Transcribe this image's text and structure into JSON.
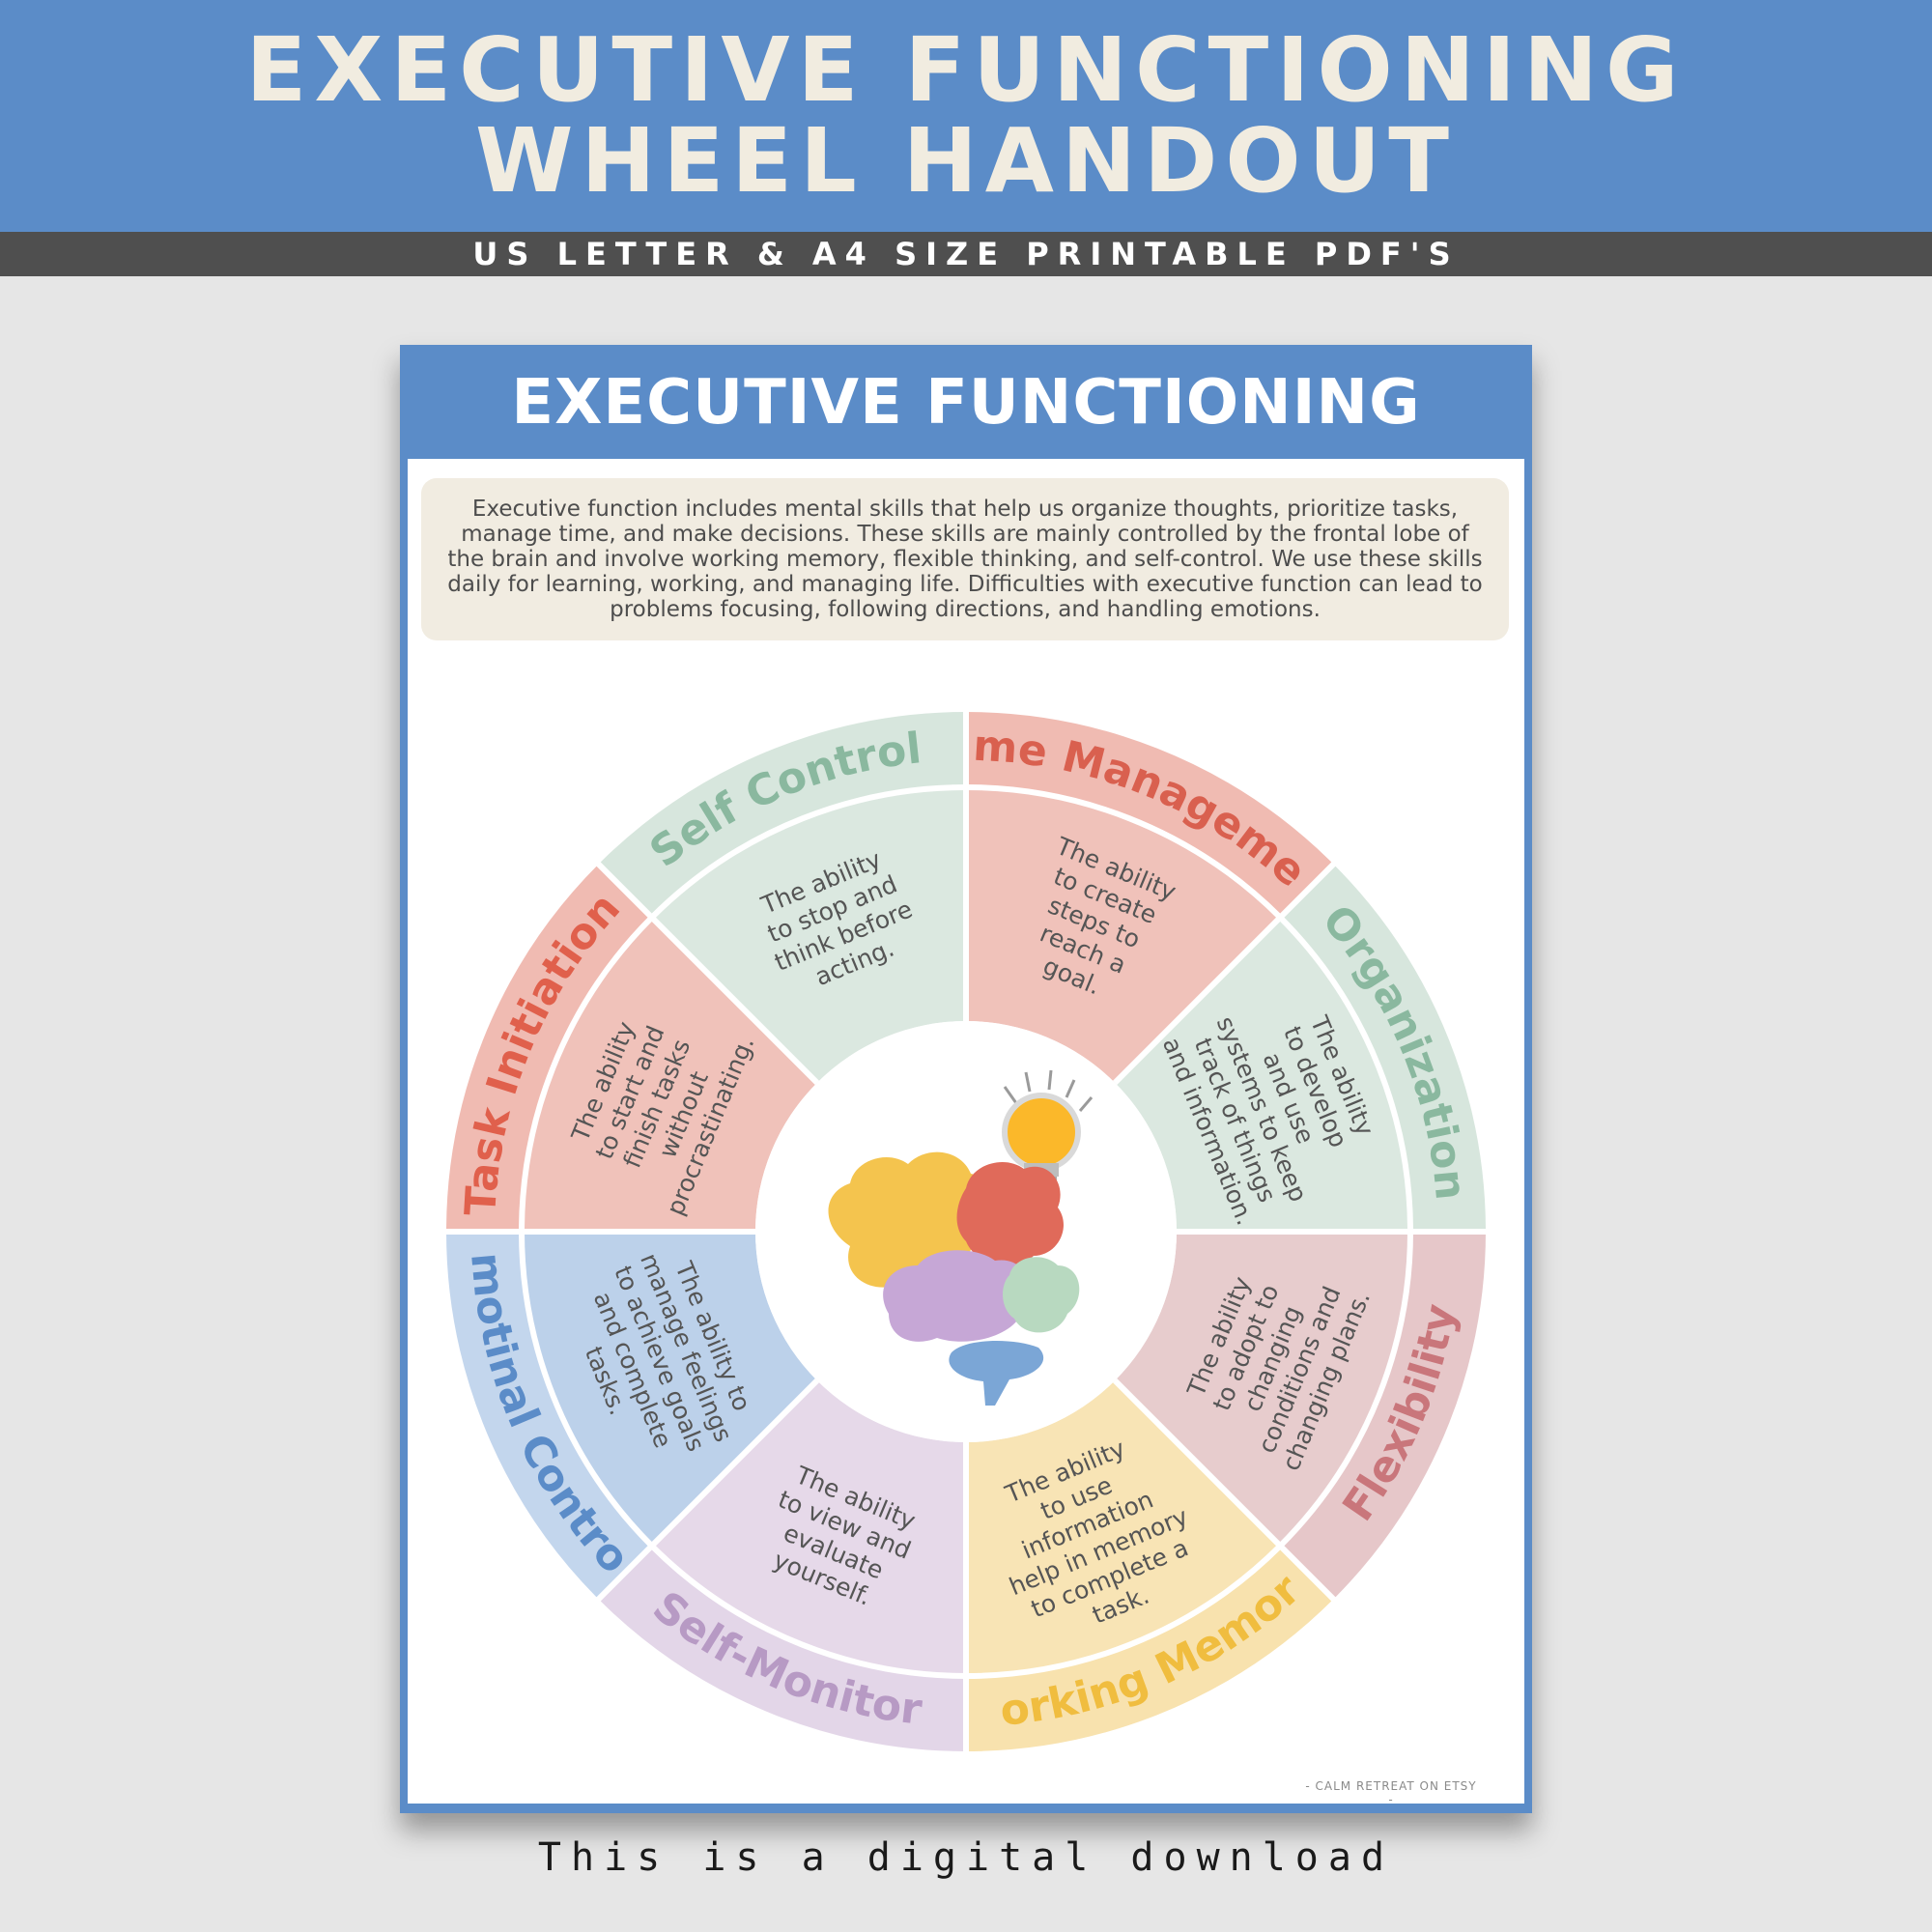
{
  "banner": {
    "title_line1": "EXECUTIVE FUNCTIONING",
    "title_line2": "WHEEL HANDOUT",
    "subtitle": "US LETTER & A4 SIZE PRINTABLE PDF'S"
  },
  "handout": {
    "title": "EXECUTIVE FUNCTIONING WHEEL",
    "intro": "Executive function includes mental skills that help us organize thoughts, prioritize tasks, manage time, and make decisions. These skills are mainly controlled by the frontal lobe of the brain and involve working memory, flexible thinking, and self-control. We use these skills daily for learning, working, and managing life. Difficulties with executive function can lead to problems focusing, following directions, and handling emotions.",
    "credit": "- CALM RETREAT ON ETSY -"
  },
  "wheel": {
    "segments": [
      {
        "name": "Time Management",
        "description": [
          "The ability",
          "to create",
          "steps to",
          "reach a",
          "goal."
        ],
        "color": "#d9604f",
        "fill": "#f0c2ba",
        "band": "#f0bbb2"
      },
      {
        "name": "Organization",
        "description": [
          "The ability",
          "to develop",
          "and use",
          "systems to keep",
          "track of things",
          "and information."
        ],
        "color": "#8ab89f",
        "fill": "#dbe8e0",
        "band": "#d7e6dd"
      },
      {
        "name": "Flexibility",
        "description": [
          "The ability",
          "to adopt to",
          "changing",
          "conditions and",
          "changing plans."
        ],
        "color": "#c9767b",
        "fill": "#e7cccd",
        "band": "#e6c7c9"
      },
      {
        "name": "Working Memory",
        "description": [
          "The ability",
          "to use",
          "information",
          "help in memory",
          "to complete a",
          "task."
        ],
        "color": "#f0bd3f",
        "fill": "#f8e4b5",
        "band": "#f8e2ae"
      },
      {
        "name": "Self-Monitor",
        "description": [
          "The ability",
          "to view and",
          "evaluate",
          "yourself."
        ],
        "color": "#b79ac4",
        "fill": "#e6d9e9",
        "band": "#e3d6e8"
      },
      {
        "name": "Emotinal Control",
        "description": [
          "The ability to",
          "manage feelings",
          "to achieve goals",
          "and complete",
          "tasks."
        ],
        "color": "#5b8cc8",
        "fill": "#bcd1ea",
        "band": "#c3d6ed"
      },
      {
        "name": "Task Initiation",
        "description": [
          "The ability",
          "to start and",
          "finish tasks",
          "without",
          "procrastinating."
        ],
        "color": "#e0604c",
        "fill": "#f0c2ba",
        "band": "#f0bbb2"
      },
      {
        "name": "Self Control",
        "description": [
          "The ability",
          "to stop and",
          "think before",
          "acting."
        ],
        "color": "#8ab89f",
        "fill": "#dbe8e0",
        "band": "#d7e6dd"
      }
    ]
  },
  "footer": {
    "text": "This is a digital download"
  }
}
